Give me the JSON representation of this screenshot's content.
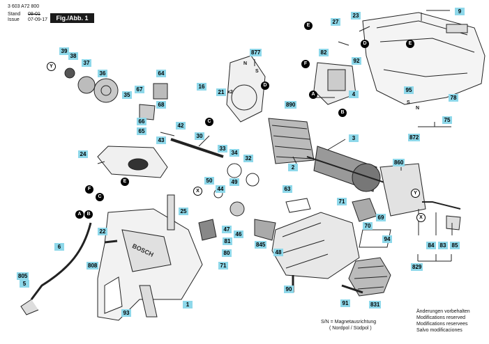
{
  "header": {
    "doc_number": "3 603 A72 800",
    "stand_label": "Stand",
    "issue_label": "Issue",
    "stand_date": "08-01",
    "issue_date": "07-09-17",
    "figure": "Fig./Abb. 1"
  },
  "part_tags": [
    "9",
    "23",
    "27",
    "877",
    "82",
    "92",
    "64",
    "39",
    "38",
    "37",
    "36",
    "35",
    "67",
    "68",
    "66",
    "65",
    "16",
    "21",
    "x2",
    "890",
    "4",
    "95",
    "78",
    "42",
    "43",
    "30",
    "3",
    "75",
    "872",
    "24",
    "33",
    "34",
    "32",
    "2",
    "50",
    "44",
    "49",
    "860",
    "63",
    "71",
    "69",
    "70",
    "25",
    "47",
    "22",
    "46",
    "845",
    "94",
    "84",
    "83",
    "85",
    "81",
    "6",
    "808",
    "80",
    "71",
    "48",
    "829",
    "805",
    "5",
    "90",
    "93",
    "1",
    "91",
    "831"
  ],
  "callout_letters": [
    "E",
    "E",
    "D",
    "D",
    "F",
    "A",
    "B",
    "C",
    "F",
    "C",
    "E",
    "A",
    "B"
  ],
  "callout_symbols": [
    "Y",
    "X",
    "Y",
    "X"
  ],
  "small_labels": [
    "N",
    "S",
    "S",
    "N"
  ],
  "sn_note": [
    "S/N = Magnetausrichtung",
    "( Nordpol / Südpol )"
  ],
  "notes": [
    "Änderungen vorbehalten",
    "Modifications reserved",
    "Modifications reservees",
    "Salvo modificaciones"
  ],
  "diagram_labels": {
    "housing_brand": "BOSCH"
  },
  "colors": {
    "tag_bg": "#8ed8ea",
    "ink": "#111111"
  }
}
